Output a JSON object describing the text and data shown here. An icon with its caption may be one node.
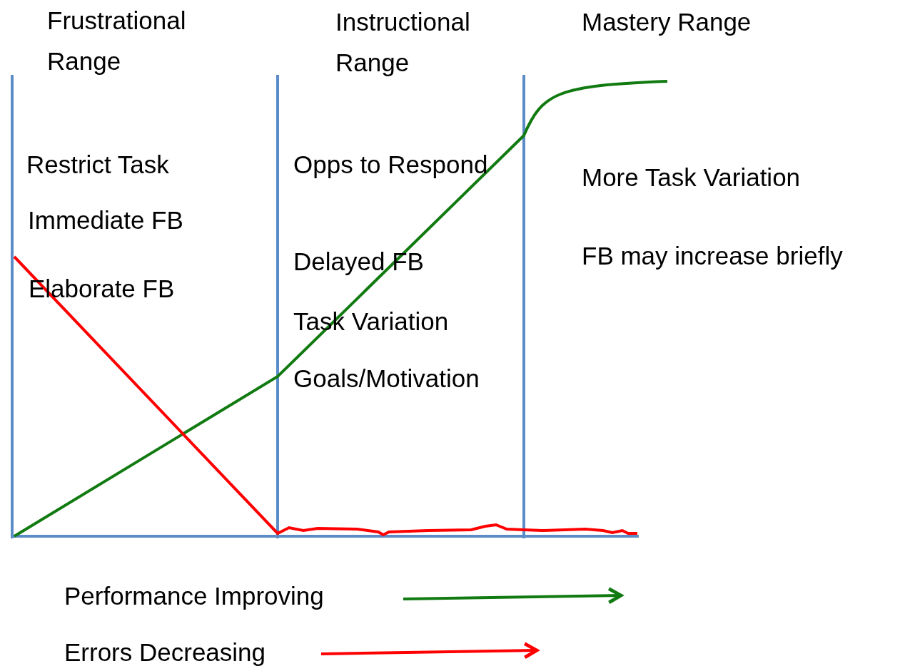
{
  "diagram": {
    "labels": [
      "Frustrational Range",
      "Instructional Range",
      "Mastery Range",
      "Restrict Task",
      "Immediate FB",
      "Elaborate FB",
      "Opps to Respond",
      "Delayed FB",
      "Task Variation",
      "Goals/Motivation",
      "More Task Variation",
      "FB may increase briefly"
    ],
    "legend": [
      {
        "text": "Performance Improving"
      },
      {
        "text": "Errors Decreasing"
      }
    ]
  }
}
